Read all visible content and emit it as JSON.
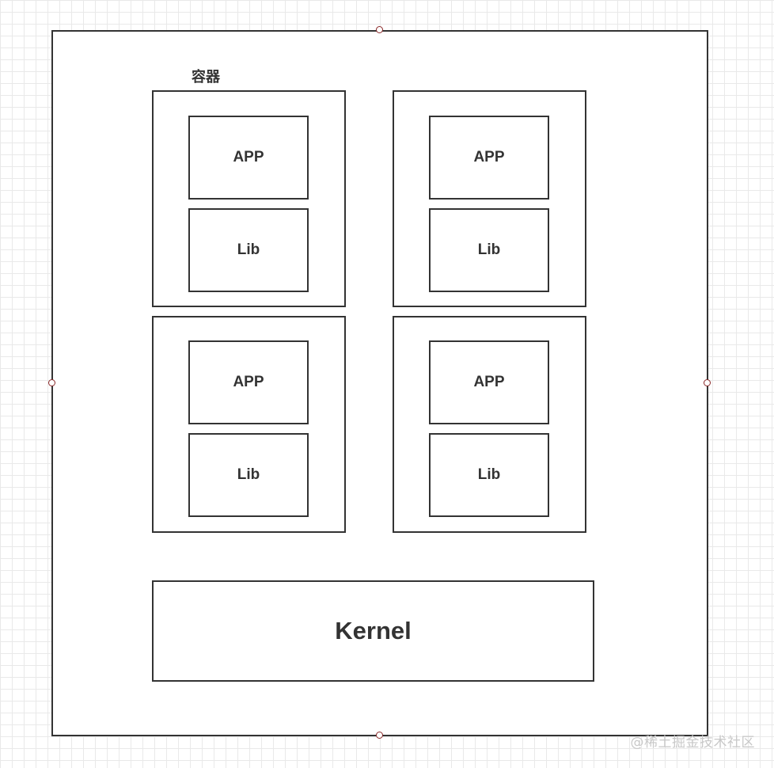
{
  "diagram": {
    "container_label": "容器",
    "containers": [
      {
        "app_label": "APP",
        "lib_label": "Lib"
      },
      {
        "app_label": "APP",
        "lib_label": "Lib"
      },
      {
        "app_label": "APP",
        "lib_label": "Lib"
      },
      {
        "app_label": "APP",
        "lib_label": "Lib"
      }
    ],
    "kernel_label": "Kernel"
  },
  "watermark": "@稀土掘金技术社区",
  "colors": {
    "stroke": "#333333",
    "grid": "#e9e9e9",
    "handle": "#8b2a2a",
    "watermark": "#c8c8c8"
  }
}
